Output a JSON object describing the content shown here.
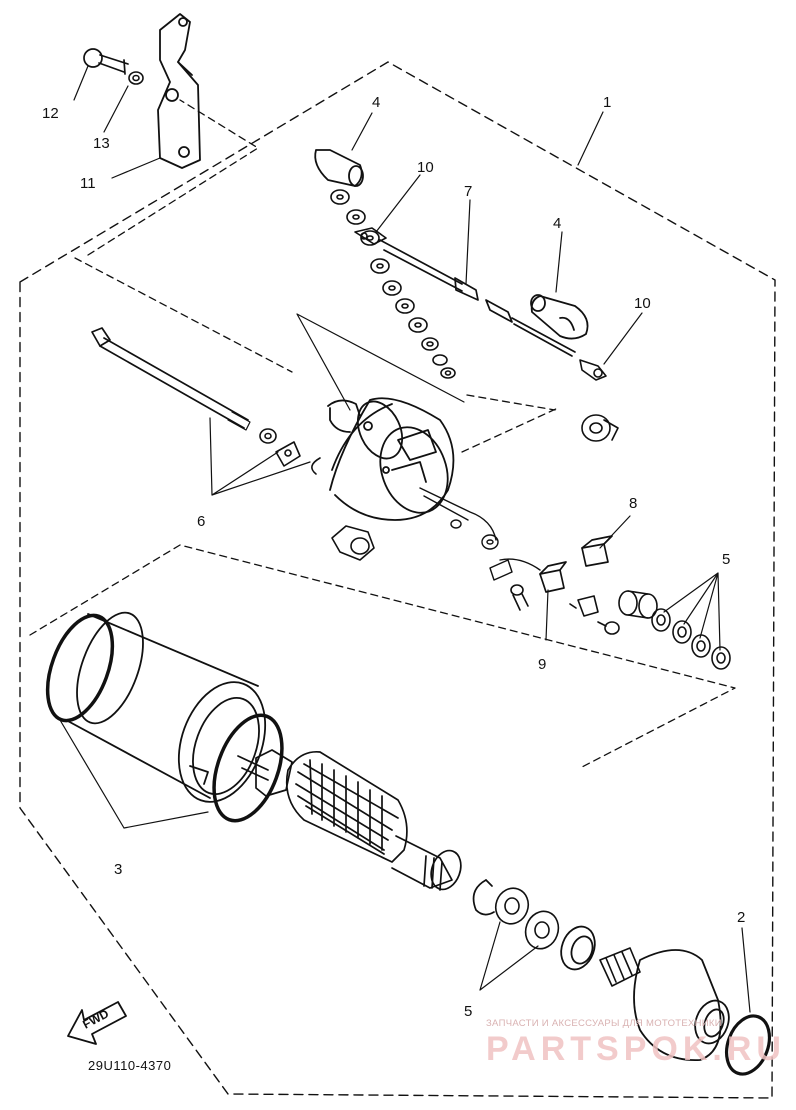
{
  "diagram": {
    "drawing_code": "29U110-4370",
    "direction_label": "FWD",
    "callouts": {
      "c1": "1",
      "c2": "2",
      "c3": "3",
      "c4a": "4",
      "c4b": "4",
      "c5a": "5",
      "c5b": "5",
      "c6": "6",
      "c7": "7",
      "c8": "8",
      "c9": "9",
      "c10a": "10",
      "c10b": "10",
      "c11": "11",
      "c12": "12",
      "c13": "13"
    },
    "watermark": {
      "small": "ЗАПЧАСТИ И АКСЕССУАРЫ ДЛЯ МОТОТЕХНИКИ",
      "big": "PARTSPOK.RU"
    }
  }
}
